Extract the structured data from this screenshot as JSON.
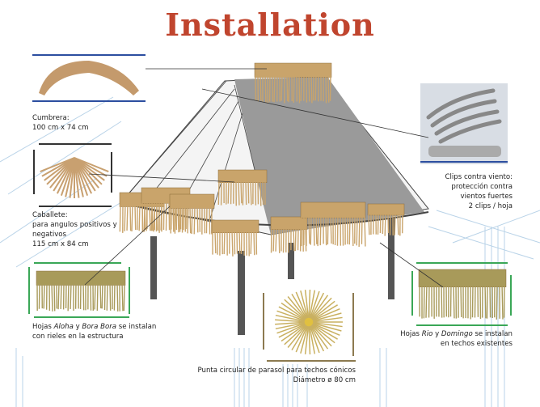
{
  "title": "Installation",
  "captions": {
    "cumbrera": {
      "line1": "Cumbrera:",
      "line2": "100 cm x 74 cm"
    },
    "caballete": {
      "line1": "Caballete:",
      "line2": "para angulos positivos y",
      "line3": "negativos",
      "line4": "115 cm x 84 cm"
    },
    "clips": {
      "line1": "Clips contra viento:",
      "line2": "protección contra",
      "line3": "vientos fuertes",
      "line4": "2 clips / hoja"
    },
    "aloha": {
      "pre": "Hojas ",
      "name1": "Aloha",
      "mid": " y ",
      "name2": "Bora Bora",
      "post": " se instalan",
      "line2": "con rieles en la estructura"
    },
    "rio": {
      "pre": "Hojas ",
      "name1": "Rio",
      "mid": " y ",
      "name2": "Domingo",
      "post": " se instalan",
      "line2": "en techos existentes"
    },
    "parasol": {
      "line1": "Punta circular de parasol para techos cónicos",
      "line2": "Diámetro ø 80 cm"
    }
  },
  "colors": {
    "title": "#c0452e",
    "thatch": "#c9a46b",
    "green": "#3aa757",
    "blue": "#2c4ea0",
    "roof": "#9a9a9a"
  }
}
